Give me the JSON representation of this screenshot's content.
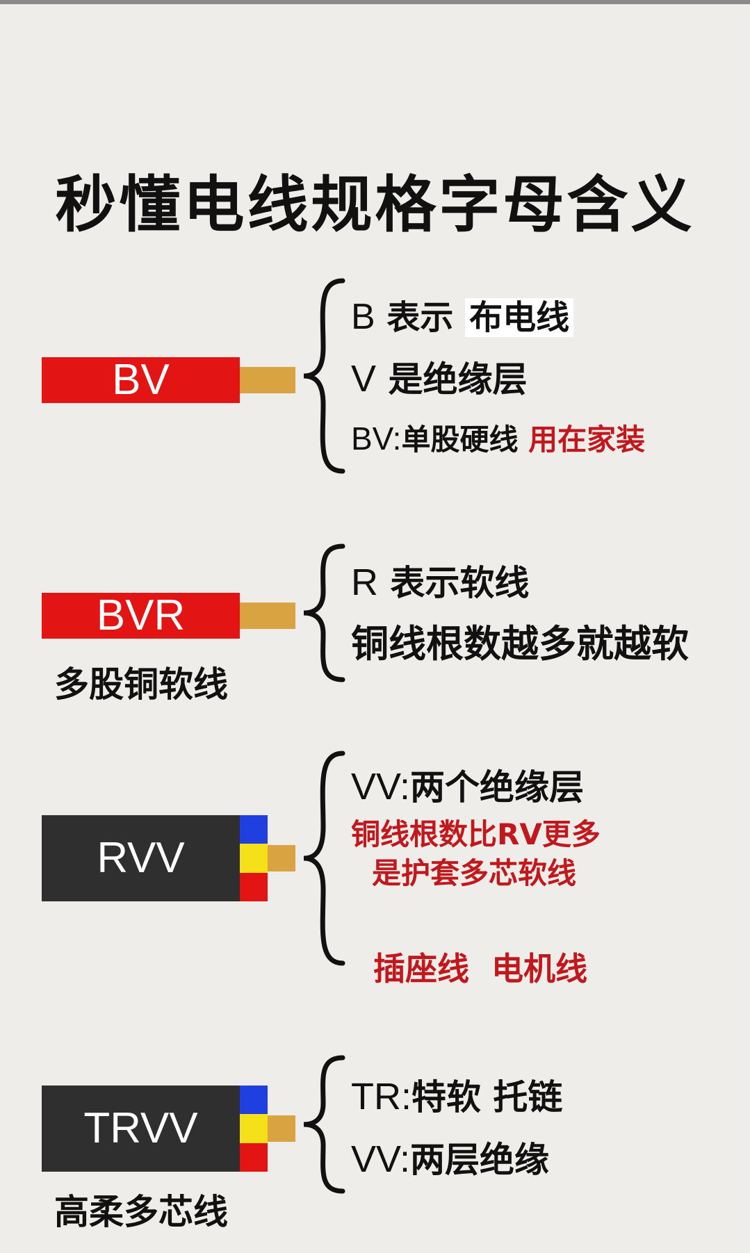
{
  "title": "秒懂电线规格字母含义",
  "sections": [
    {
      "code": "BV",
      "sublabel": "",
      "lines": [
        {
          "prefix": "B",
          "text": "表示",
          "highlight": "布电线"
        },
        {
          "prefix": "V",
          "text": "是绝缘层"
        },
        {
          "prefix": "BV:",
          "text": "单股硬线",
          "note": "用在家装"
        }
      ]
    },
    {
      "code": "BVR",
      "sublabel": "多股铜软线",
      "lines": [
        {
          "prefix": "R",
          "text": "表示软线"
        },
        {
          "text": "铜线根数越多就越软"
        }
      ]
    },
    {
      "code": "RVV",
      "sublabel": "",
      "lines": [
        {
          "prefix": "VV:",
          "text": "两个绝缘层"
        },
        {
          "text": "铜线根数比RV更多"
        },
        {
          "text": "是护套多芯软线"
        },
        {
          "text": "插座线  电机线"
        }
      ]
    },
    {
      "code": "TRVV",
      "sublabel": "高柔多芯线",
      "lines": [
        {
          "prefix": "TR:",
          "text": "特软 托链"
        },
        {
          "prefix": "VV:",
          "text": "两层绝缘"
        }
      ]
    }
  ],
  "colors": {
    "red_jacket": "#e21414",
    "black_jacket": "#2f2f2f",
    "conductor": "#d9a341",
    "core_blue": "#1f3fe0",
    "core_yellow": "#f5e11a",
    "core_red": "#e21414",
    "accent_text": "#c0181c",
    "background": "#efedea"
  },
  "icons": [
    "wire-icon",
    "multi-core-wire-icon",
    "curly-brace"
  ]
}
